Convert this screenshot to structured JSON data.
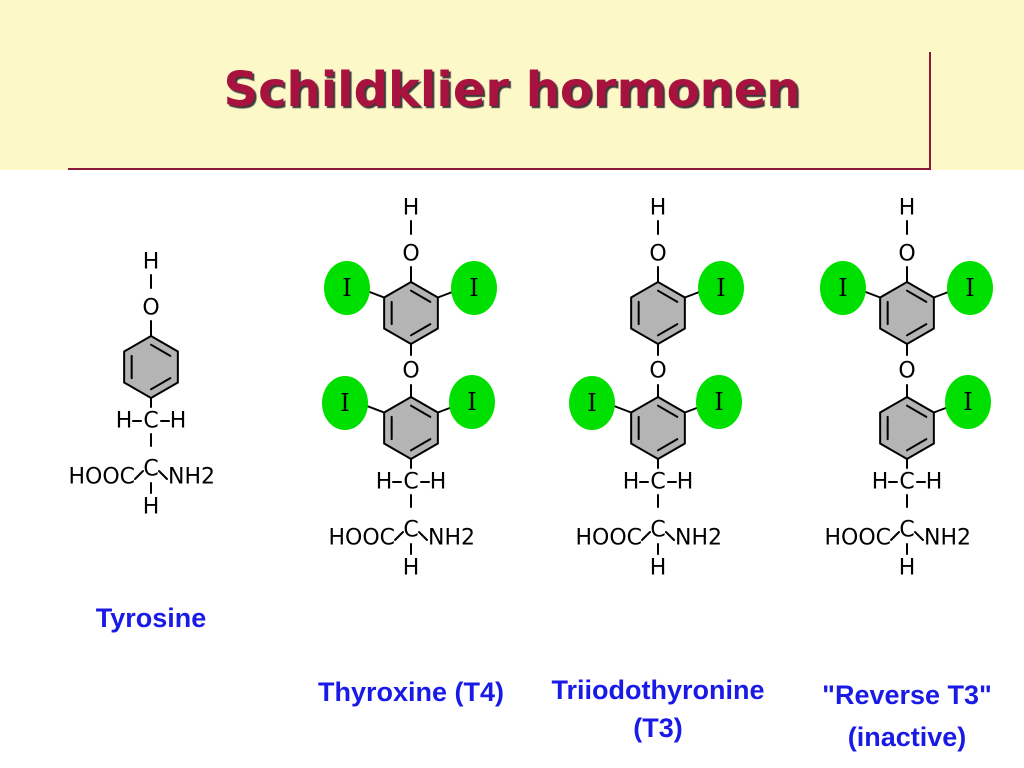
{
  "title": "Schildklier hormonen",
  "colors": {
    "title": "#a8123e",
    "header_bg": "#fdf8c8",
    "rule": "#8b1a3a",
    "caption": "#1a1ae6",
    "iodine": "#00e000",
    "ring_fill": "#b4b4b4"
  },
  "atoms": {
    "H": "H",
    "O": "O",
    "C": "C",
    "I": "I",
    "hooc": "HOOC",
    "nh2": "NH2"
  },
  "molecules": [
    {
      "id": "tyrosine",
      "caption": [
        "Tyrosine"
      ],
      "iodines": {
        "upper_left": false,
        "upper_right": false,
        "lower_left": false,
        "lower_right": false
      },
      "rings": 1
    },
    {
      "id": "thyroxine",
      "caption": [
        "Thyroxine (T4)"
      ],
      "iodines": {
        "upper_left": true,
        "upper_right": true,
        "lower_left": true,
        "lower_right": true
      },
      "rings": 2
    },
    {
      "id": "triiodothyronine",
      "caption": [
        "Triiodothyronine",
        "(T3)"
      ],
      "iodines": {
        "upper_left": false,
        "upper_right": true,
        "lower_left": true,
        "lower_right": true
      },
      "rings": 2
    },
    {
      "id": "reverse-t3",
      "caption": [
        "\"Reverse T3\"",
        "(inactive)"
      ],
      "iodines": {
        "upper_left": true,
        "upper_right": true,
        "lower_left": false,
        "lower_right": true
      },
      "rings": 2
    }
  ]
}
